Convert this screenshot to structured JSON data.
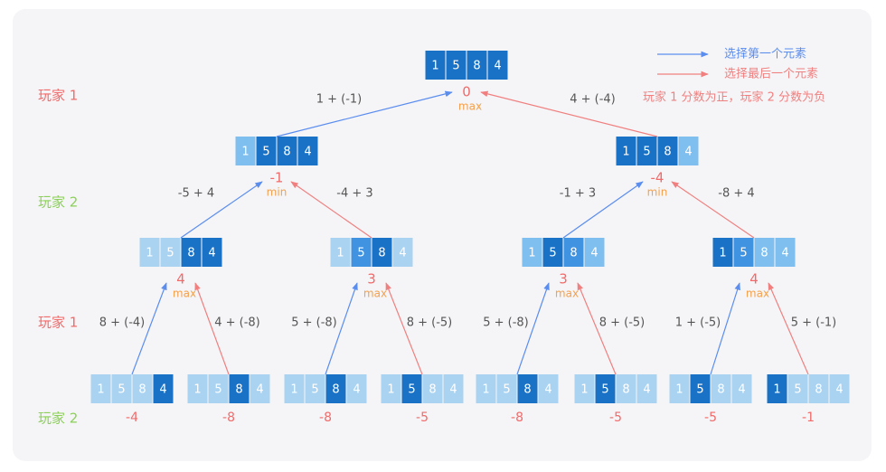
{
  "legend": {
    "first_label": "选择第一个元素",
    "last_label": "选择最后一个元素",
    "note": "玩家 1 分数为正，玩家 2 分数为负",
    "first_color": "#5b8def",
    "last_color": "#f08080"
  },
  "array_values": [
    "1",
    "5",
    "8",
    "4"
  ],
  "players": {
    "p1": "玩家 1",
    "p2": "玩家 2",
    "p1_color": "#f06b6b",
    "p2_color": "#8ccf5a"
  },
  "colors": {
    "dark": "#1a72c6",
    "mid": "#3f93e1",
    "light": "#7fbfef",
    "pale": "#aad3f2",
    "score": "#f06b6b",
    "op": "#f5a04b",
    "expr": "#555555"
  },
  "nodes": [
    {
      "id": "root",
      "shade": [
        "dark",
        "dark",
        "dark",
        "dark"
      ],
      "score": "0",
      "op": "max"
    },
    {
      "id": "L",
      "shade": [
        "light",
        "dark",
        "dark",
        "dark"
      ],
      "score": "-1",
      "op": "min"
    },
    {
      "id": "R",
      "shade": [
        "dark",
        "dark",
        "dark",
        "light"
      ],
      "score": "-4",
      "op": "min"
    },
    {
      "id": "LL",
      "shade": [
        "pale",
        "pale",
        "dark",
        "dark"
      ],
      "score": "4",
      "op": "max"
    },
    {
      "id": "LR",
      "shade": [
        "pale",
        "mid",
        "dark",
        "pale"
      ],
      "score": "3",
      "op": "max"
    },
    {
      "id": "RL",
      "shade": [
        "light",
        "dark",
        "mid",
        "light"
      ],
      "score": "3",
      "op": "max"
    },
    {
      "id": "RR",
      "shade": [
        "dark",
        "mid",
        "light",
        "light"
      ],
      "score": "4",
      "op": "max"
    },
    {
      "id": "l1",
      "shade": [
        "pale",
        "pale",
        "pale",
        "dark"
      ],
      "score": "-4"
    },
    {
      "id": "l2",
      "shade": [
        "pale",
        "pale",
        "dark",
        "pale"
      ],
      "score": "-8"
    },
    {
      "id": "l3",
      "shade": [
        "pale",
        "pale",
        "dark",
        "pale"
      ],
      "score": "-8"
    },
    {
      "id": "l4",
      "shade": [
        "pale",
        "dark",
        "pale",
        "pale"
      ],
      "score": "-5"
    },
    {
      "id": "l5",
      "shade": [
        "pale",
        "pale",
        "dark",
        "pale"
      ],
      "score": "-8"
    },
    {
      "id": "l6",
      "shade": [
        "pale",
        "dark",
        "pale",
        "pale"
      ],
      "score": "-5"
    },
    {
      "id": "l7",
      "shade": [
        "pale",
        "dark",
        "pale",
        "pale"
      ],
      "score": "-5"
    },
    {
      "id": "l8",
      "shade": [
        "dark",
        "pale",
        "pale",
        "pale"
      ],
      "score": "-1"
    }
  ],
  "edges": [
    {
      "from": "L",
      "to": "root",
      "kind": "first",
      "label": "1 + (-1)"
    },
    {
      "from": "R",
      "to": "root",
      "kind": "last",
      "label": "4 + (-4)"
    },
    {
      "from": "LL",
      "to": "L",
      "kind": "first",
      "label": "-5 + 4"
    },
    {
      "from": "LR",
      "to": "L",
      "kind": "last",
      "label": "-4 + 3"
    },
    {
      "from": "RL",
      "to": "R",
      "kind": "first",
      "label": "-1 + 3"
    },
    {
      "from": "RR",
      "to": "R",
      "kind": "last",
      "label": "-8 + 4"
    },
    {
      "from": "l1",
      "to": "LL",
      "kind": "first",
      "label": "8 + (-4)"
    },
    {
      "from": "l2",
      "to": "LL",
      "kind": "last",
      "label": "4 + (-8)"
    },
    {
      "from": "l3",
      "to": "LR",
      "kind": "first",
      "label": "5 + (-8)"
    },
    {
      "from": "l4",
      "to": "LR",
      "kind": "last",
      "label": "8 + (-5)"
    },
    {
      "from": "l5",
      "to": "RL",
      "kind": "first",
      "label": "5 + (-8)"
    },
    {
      "from": "l6",
      "to": "RL",
      "kind": "last",
      "label": "8 + (-5)"
    },
    {
      "from": "l7",
      "to": "RR",
      "kind": "first",
      "label": "1 + (-5)"
    },
    {
      "from": "l8",
      "to": "RR",
      "kind": "last",
      "label": "5 + (-1)"
    }
  ]
}
